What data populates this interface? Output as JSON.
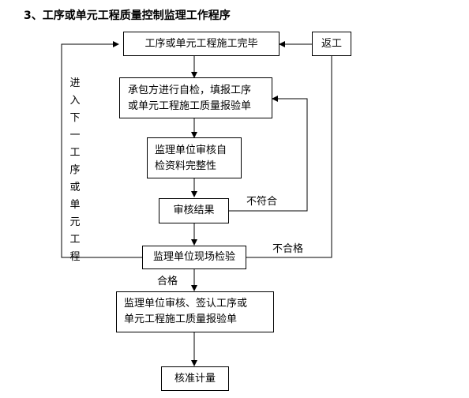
{
  "title": "3、工序或单元工程质量控制监理工作程序",
  "nodes": {
    "n1": {
      "lines": [
        "工序或单元工程施工完毕"
      ]
    },
    "rework": {
      "lines": [
        "返工"
      ]
    },
    "n2": {
      "lines": [
        "承包方进行自检，填报工序",
        "或单元工程施工质量报验单"
      ]
    },
    "n3": {
      "lines": [
        "监理单位审核自",
        "检资料完整性"
      ]
    },
    "n4": {
      "lines": [
        "审核结果"
      ]
    },
    "n5": {
      "lines": [
        "监理单位现场检验"
      ]
    },
    "n6": {
      "lines": [
        "监理单位审核、签认工序或",
        "单元工程施工质量报验单"
      ]
    },
    "n7": {
      "lines": [
        "核准计量"
      ]
    }
  },
  "labels": {
    "nonconforming": "不符合",
    "unqualified": "不合格",
    "qualified": "合格",
    "next_process": [
      "进",
      "入",
      "下",
      "一",
      "工",
      "序",
      "或",
      "单",
      "元",
      "工",
      "程"
    ]
  }
}
